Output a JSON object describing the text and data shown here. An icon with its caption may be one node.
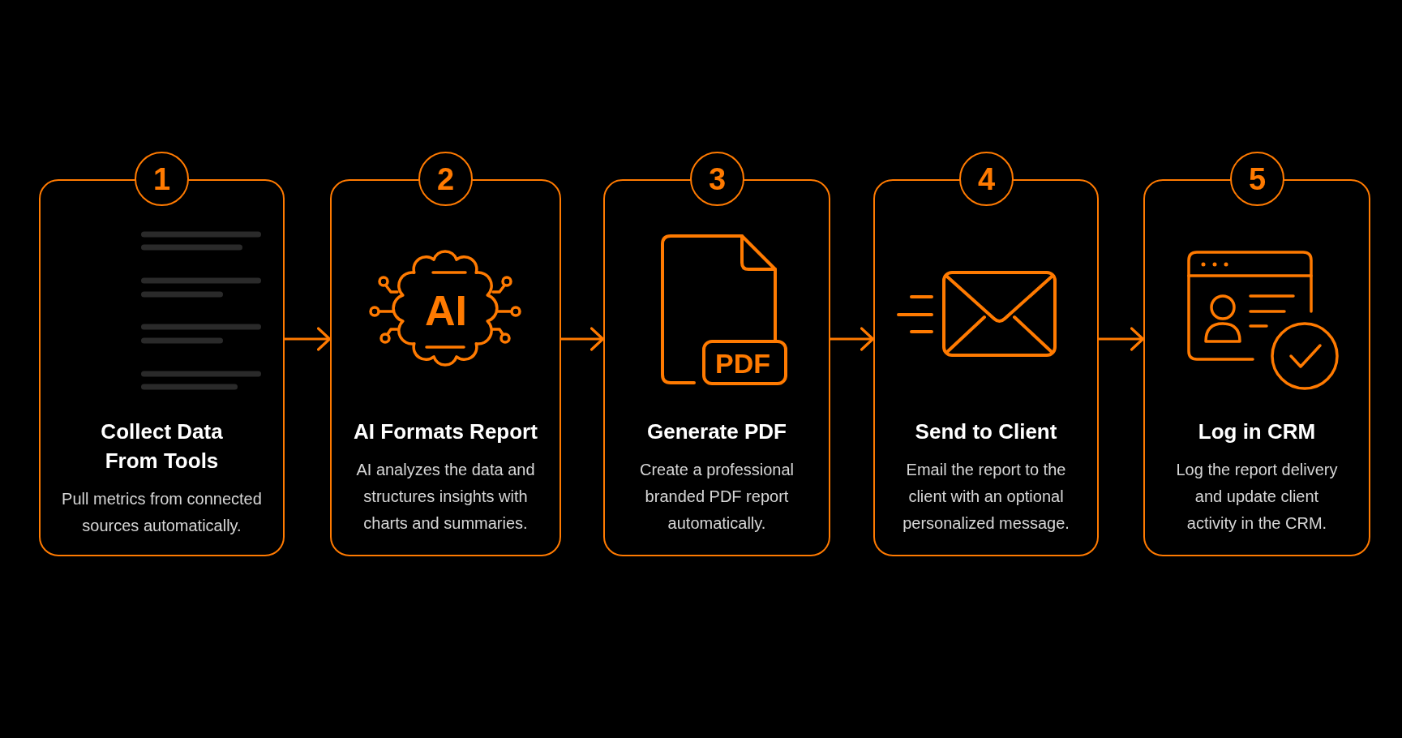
{
  "diagram": {
    "nodes": [
      {
        "text": [
          "1"
        ]
      },
      {
        "text": [
          "Collect Data From Tools",
          "Pull metrics from connected sources automatically."
        ]
      },
      {
        "text": [
          "2"
        ]
      },
      {
        "text": [
          "AI Formats Report",
          "AI analyzes the data and structures insights with charts and summaries."
        ]
      },
      {
        "text": [
          "3"
        ]
      },
      {
        "text": [
          "Generate PDF",
          "Create a professional branded PDF report automatically."
        ]
      },
      {
        "text": [
          "4"
        ]
      },
      {
        "text": [
          "Send to Client",
          "Email the report to the client with an optional personalized message."
        ]
      },
      {
        "text": [
          "5"
        ]
      },
      {
        "text": [
          "Log in CRM",
          "Log the report delivery and update client activity in the CRM."
        ]
      }
    ],
    "edges": [
      {
        "from": 1,
        "to": 3,
        "arrow": "to"
      },
      {
        "from": 3,
        "to": 5,
        "arrow": "to"
      },
      {
        "from": 5,
        "to": 7,
        "arrow": "to"
      },
      {
        "from": 7,
        "to": 9,
        "arrow": "to"
      }
    ],
    "labels": [
      "AI",
      "PDF"
    ]
  }
}
